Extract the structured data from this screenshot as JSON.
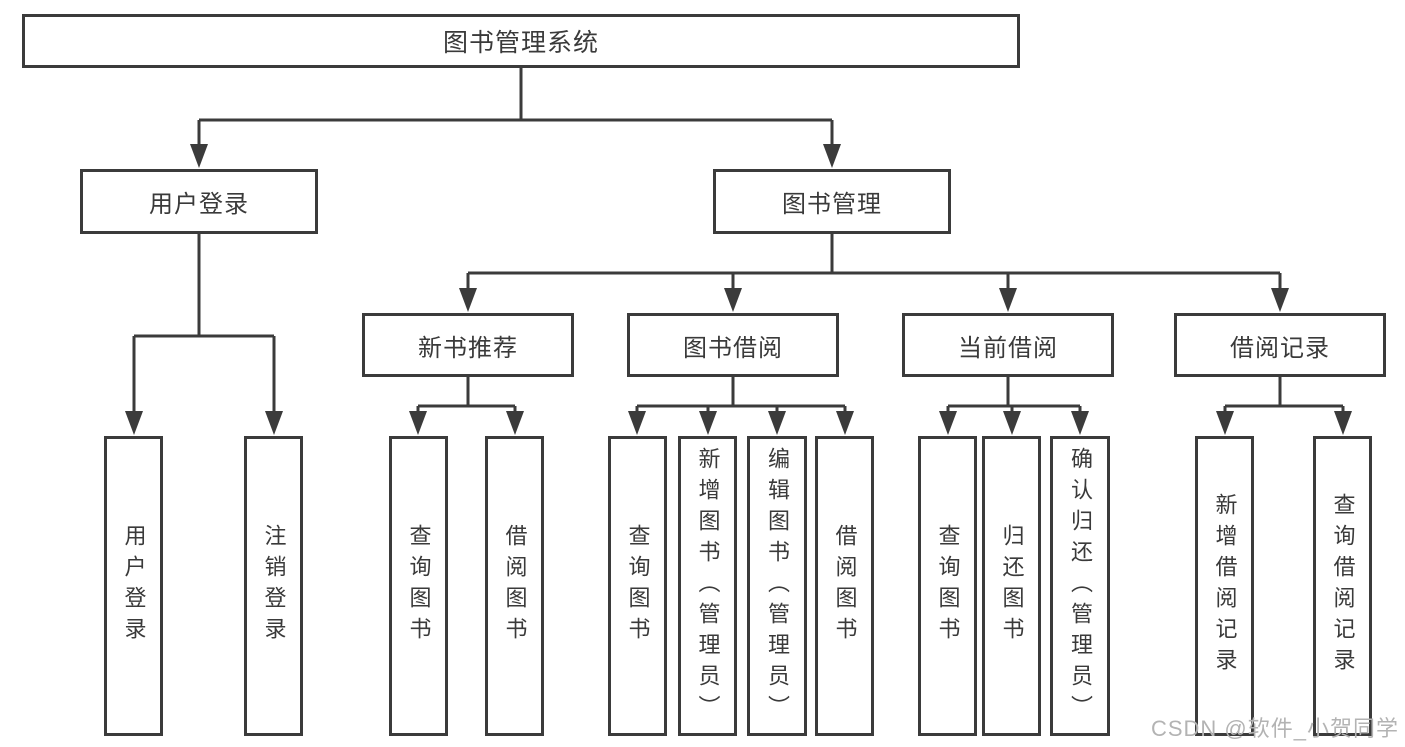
{
  "tree": {
    "root": {
      "label": "图书管理系统",
      "children": [
        {
          "label": "用户登录",
          "children": [
            {
              "label": "用户登录"
            },
            {
              "label": "注销登录"
            }
          ]
        },
        {
          "label": "图书管理",
          "children": [
            {
              "label": "新书推荐",
              "children": [
                {
                  "label": "查询图书"
                },
                {
                  "label": "借阅图书"
                }
              ]
            },
            {
              "label": "图书借阅",
              "children": [
                {
                  "label": "查询图书"
                },
                {
                  "label": "新增图书（管理员）"
                },
                {
                  "label": "编辑图书（管理员）"
                },
                {
                  "label": "借阅图书"
                }
              ]
            },
            {
              "label": "当前借阅",
              "children": [
                {
                  "label": "查询图书"
                },
                {
                  "label": "归还图书"
                },
                {
                  "label": "确认归还（管理员）"
                }
              ]
            },
            {
              "label": "借阅记录",
              "children": [
                {
                  "label": "新增借阅记录"
                },
                {
                  "label": "查询借阅记录"
                }
              ]
            }
          ]
        }
      ]
    }
  },
  "watermark": "CSDN @软件_小贺同学",
  "colors": {
    "line": "#3b3b3b",
    "text": "#3a3a3a",
    "watermark": "#b3b3b3",
    "background": "#ffffff"
  }
}
